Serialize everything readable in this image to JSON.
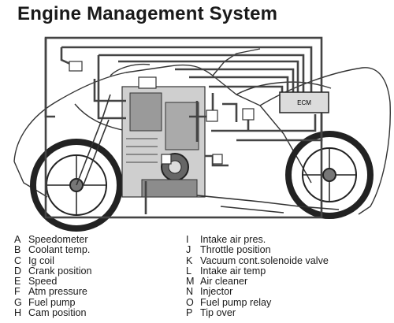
{
  "title": "Engine Management System",
  "ecm_label": "ECM",
  "legend": {
    "left": [
      {
        "key": "A",
        "label": "Speedometer"
      },
      {
        "key": "B",
        "label": "Coolant temp."
      },
      {
        "key": "C",
        "label": "Ig coil"
      },
      {
        "key": "D",
        "label": "Crank position"
      },
      {
        "key": "E",
        "label": "Speed"
      },
      {
        "key": "F",
        "label": "Atm pressure"
      },
      {
        "key": "G",
        "label": "Fuel pump"
      },
      {
        "key": "H",
        "label": "Cam position"
      }
    ],
    "right": [
      {
        "key": "I",
        "label": "Intake air pres."
      },
      {
        "key": "J",
        "label": "Throttle position"
      },
      {
        "key": "K",
        "label": "Vacuum cont.solenoide valve"
      },
      {
        "key": "L",
        "label": "Intake air temp"
      },
      {
        "key": "M",
        "label": "Air cleaner"
      },
      {
        "key": "N",
        "label": "Injector"
      },
      {
        "key": "O",
        "label": "Fuel pump relay"
      },
      {
        "key": "P",
        "label": "Tip over"
      }
    ]
  }
}
